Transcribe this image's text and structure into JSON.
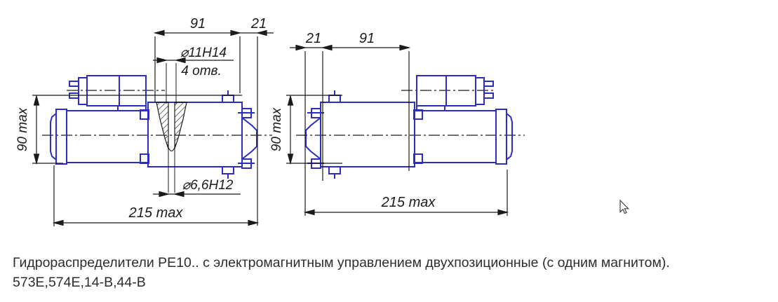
{
  "page": {
    "background": "#ffffff"
  },
  "drawing": {
    "part_color": "#2d2dc2",
    "line_color": "#1b1b1b",
    "views": {
      "left": {
        "top_width": "91",
        "top_offset": "21",
        "hole_diameter_note": "⌀11H14",
        "hole_count_note": "4 отв.",
        "height": "90 max",
        "bottom_hole_note": "⌀6,6H12",
        "total_length": "215 max"
      },
      "right": {
        "top_offset": "21",
        "top_width": "91",
        "height": "90 max",
        "total_length": "215 max"
      }
    }
  },
  "caption": {
    "line1": "Гидрораспределители РЕ10.. с электромагнитным управлением двухпозиционные (с одним магнитом).",
    "line2": "573Е,574Е,14-В,44-В"
  },
  "icons": {
    "cursor": "mouse-pointer-icon"
  }
}
